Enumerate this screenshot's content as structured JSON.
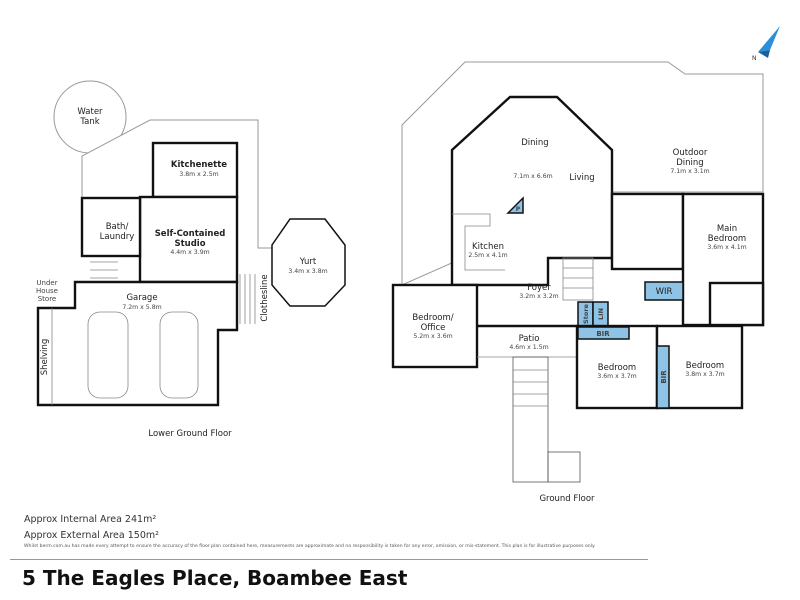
{
  "compass": {
    "icon": "north-arrow-icon",
    "letter": "N",
    "color": "#2a8fd8"
  },
  "lower_ground_floor": {
    "title": "Lower Ground Floor",
    "water_tank": [
      "Water",
      "Tank"
    ],
    "kitchenette": {
      "name": "Kitchenette",
      "dim": "3.8m x 2.5m"
    },
    "studio": {
      "name": [
        "Self-Contained",
        "Studio"
      ],
      "dim": "4.4m x 3.9m"
    },
    "bath": {
      "name": [
        "Bath/",
        "Laundry"
      ]
    },
    "under_house_store": [
      "Under",
      "House",
      "Store"
    ],
    "garage": {
      "name": "Garage",
      "dim": "7.2m x 5.8m"
    },
    "shelving": "Shelving",
    "clothesline": "Clothesline",
    "yurt": {
      "name": "Yurt",
      "dim": "3.4m x 3.8m"
    }
  },
  "ground_floor": {
    "title": "Ground Floor",
    "dining": "Dining",
    "living": "Living",
    "dining_living_dim": "7.1m x 6.6m",
    "outdoor_dining": {
      "name": [
        "Outdoor",
        "Dining"
      ],
      "dim": "7.1m x 3.1m"
    },
    "pantry": "P",
    "kitchen": {
      "name": "Kitchen",
      "dim": "2.5m x 4.1m"
    },
    "main_bedroom": {
      "name": [
        "Main",
        "Bedroom"
      ],
      "dim": "3.6m x 4.1m"
    },
    "wir": "WIR",
    "foyer": {
      "name": "Foyer",
      "dim": "3.2m x 3.2m"
    },
    "store": "Store",
    "lin": "LIN",
    "bir_1": "BIR",
    "bir_2": "BIR",
    "office": {
      "name": [
        "Bedroom/",
        "Office"
      ],
      "dim": "5.2m x 3.6m"
    },
    "patio": {
      "name": "Patio",
      "dim": "4.6m x 1.5m"
    },
    "bedroom_2": {
      "name": "Bedroom",
      "dim": "3.6m x 3.7m"
    },
    "bedroom_3": {
      "name": "Bedroom",
      "dim": "3.8m x 3.7m"
    }
  },
  "footer": {
    "internal_area": "Approx Internal Area 241m²",
    "external_area": "Approx External Area 150m²",
    "disclaimer": "Whilst berm.com.au has made every attempt to ensure the accuracy of the floor plan contained here, measurements are approximate and no responsibility is taken for any error, omission, or mis-statement. This plan is for illustrative purposes only.",
    "address": "5 The Eagles Place, Boambee East"
  },
  "colors": {
    "accent_blue": "#8ec3e6"
  }
}
